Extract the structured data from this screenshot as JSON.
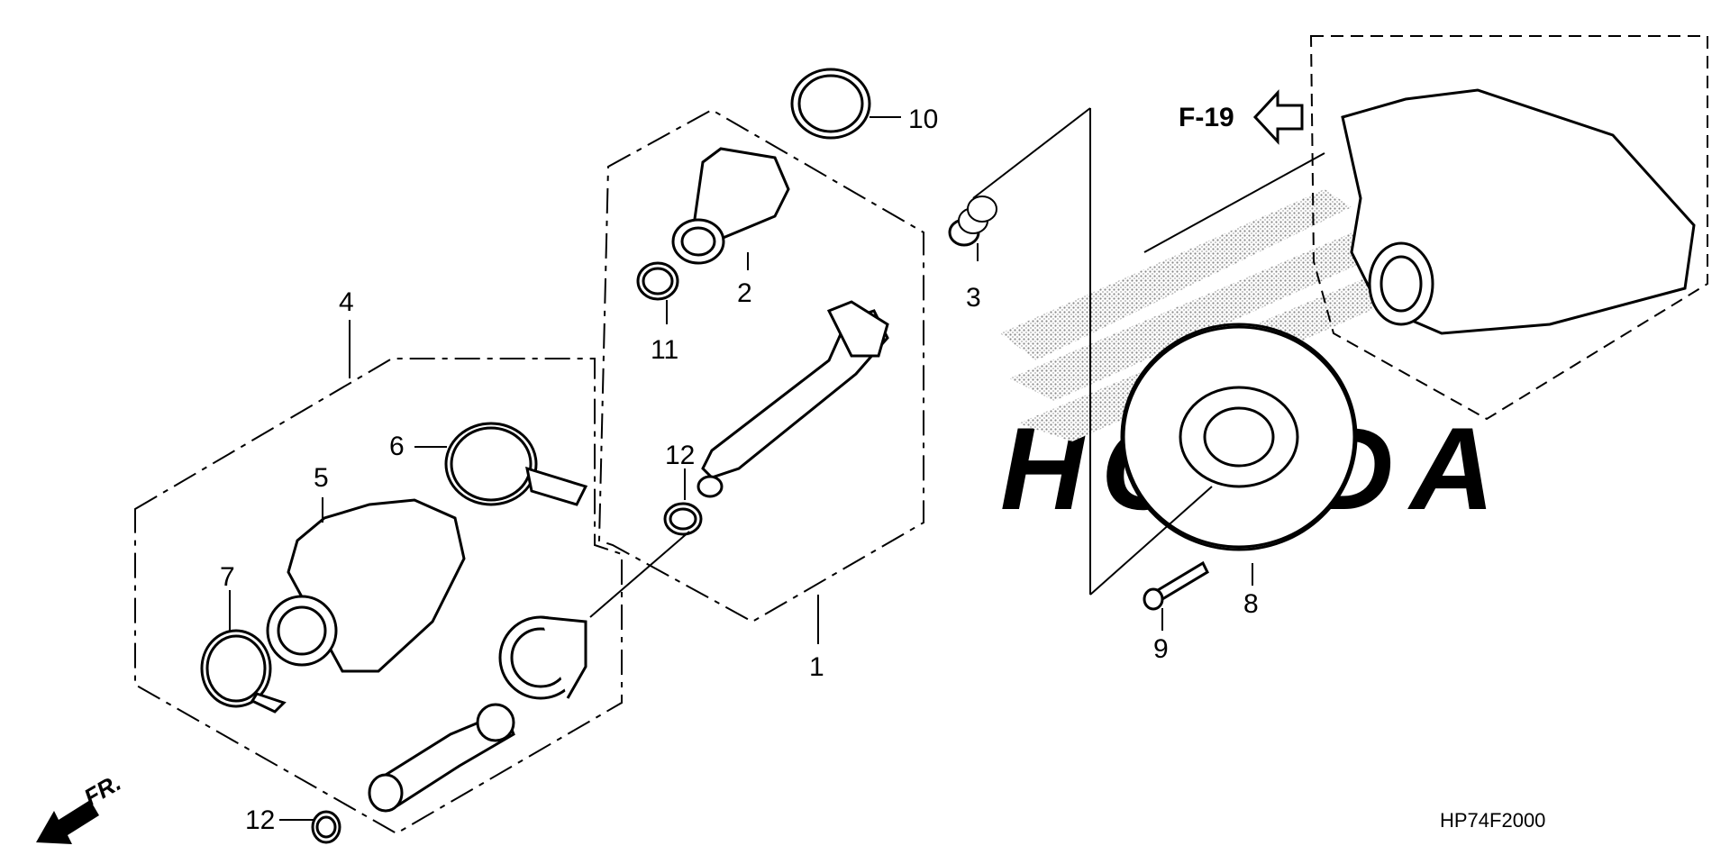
{
  "diagram": {
    "reference_code": "HP74F2000",
    "direction_label": "FR.",
    "ref_arrow_label": "F-19",
    "watermark": "HONDA",
    "callouts": [
      {
        "id": "1",
        "label": "1"
      },
      {
        "id": "2",
        "label": "2"
      },
      {
        "id": "3",
        "label": "3"
      },
      {
        "id": "4",
        "label": "4"
      },
      {
        "id": "5",
        "label": "5"
      },
      {
        "id": "6",
        "label": "6"
      },
      {
        "id": "7",
        "label": "7"
      },
      {
        "id": "8",
        "label": "8"
      },
      {
        "id": "9",
        "label": "9"
      },
      {
        "id": "10",
        "label": "10"
      },
      {
        "id": "11",
        "label": "11"
      },
      {
        "id": "12a",
        "label": "12"
      },
      {
        "id": "12b",
        "label": "12"
      }
    ]
  }
}
